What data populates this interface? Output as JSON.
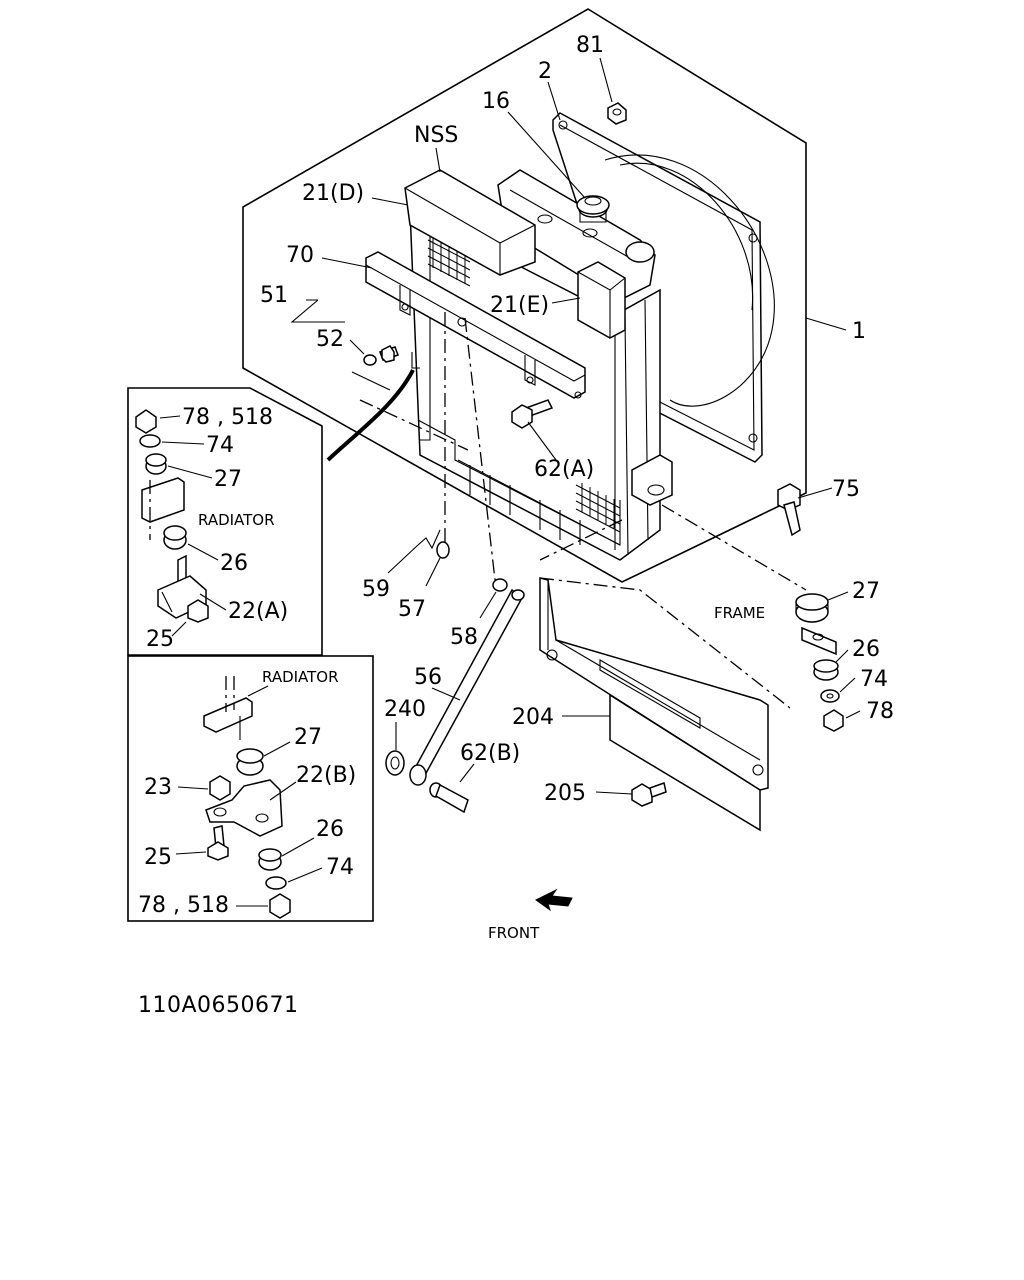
{
  "diagram": {
    "drawing_code": "110A0650671",
    "front_label": "FRONT",
    "callouts": {
      "c81": "81",
      "c2": "2",
      "c16": "16",
      "nss": "NSS",
      "c21d": "21(D)",
      "c70": "70",
      "c51": "51",
      "c52": "52",
      "c21e": "21(E)",
      "c1": "1",
      "c62a": "62(A)",
      "c75": "75",
      "c59": "59",
      "c57": "57",
      "c58": "58",
      "c56": "56",
      "c27_right": "27",
      "frame": "FRAME",
      "c26_right": "26",
      "c74_right": "74",
      "c78_right": "78",
      "c204": "204",
      "c240": "240",
      "c62b": "62(B)",
      "c205": "205"
    },
    "inset_a": {
      "c78_518": "78 , 518",
      "c74": "74",
      "c27": "27",
      "radiator": "RADIATOR",
      "c26": "26",
      "c22a": "22(A)",
      "c25": "25"
    },
    "inset_b": {
      "radiator": "RADIATOR",
      "c27": "27",
      "c22b": "22(B)",
      "c23": "23",
      "c26": "26",
      "c25": "25",
      "c74": "74",
      "c78_518": "78 , 518"
    }
  }
}
